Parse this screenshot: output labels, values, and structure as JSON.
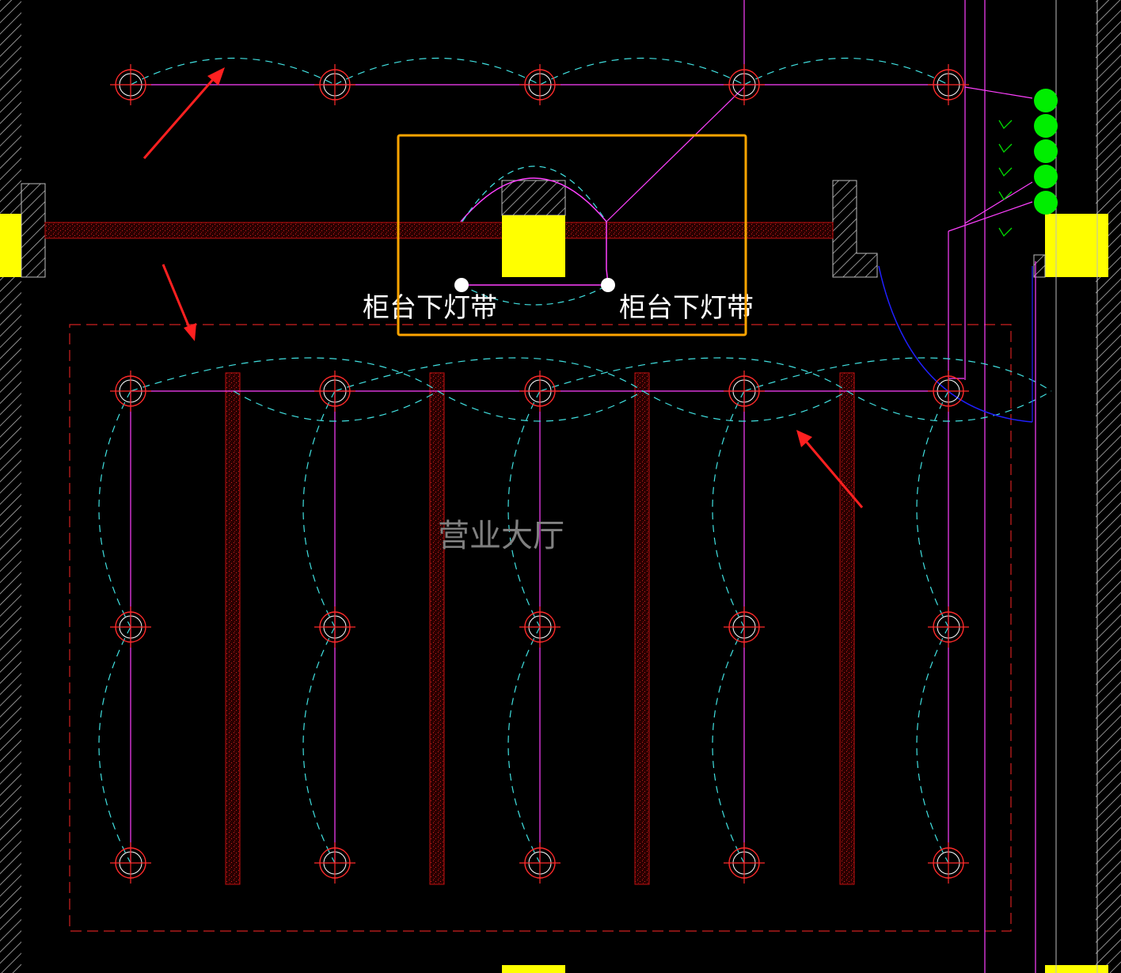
{
  "drawing": {
    "room_label": "营业大厅",
    "counter_label_left": "柜台下灯带",
    "counter_label_right": "柜台下灯带"
  },
  "colors": {
    "background": "#000000",
    "lamp": "#ff2a2a",
    "lamp_ring": "#ffffff",
    "wire": "#ff40ff",
    "dashed_wire": "#40e0e0",
    "beam": "#c01010",
    "column_fill": "#ffff00",
    "hatch": "#bdbdbd",
    "highlight_box": "#ffa500",
    "arrow": "#ff2020",
    "switch": "#00ee00",
    "door_arc": "#2020ff"
  },
  "icons": {
    "lamp": "downlight-icon",
    "switch": "switch-icon",
    "arrow": "arrow-icon",
    "column": "column-icon"
  }
}
